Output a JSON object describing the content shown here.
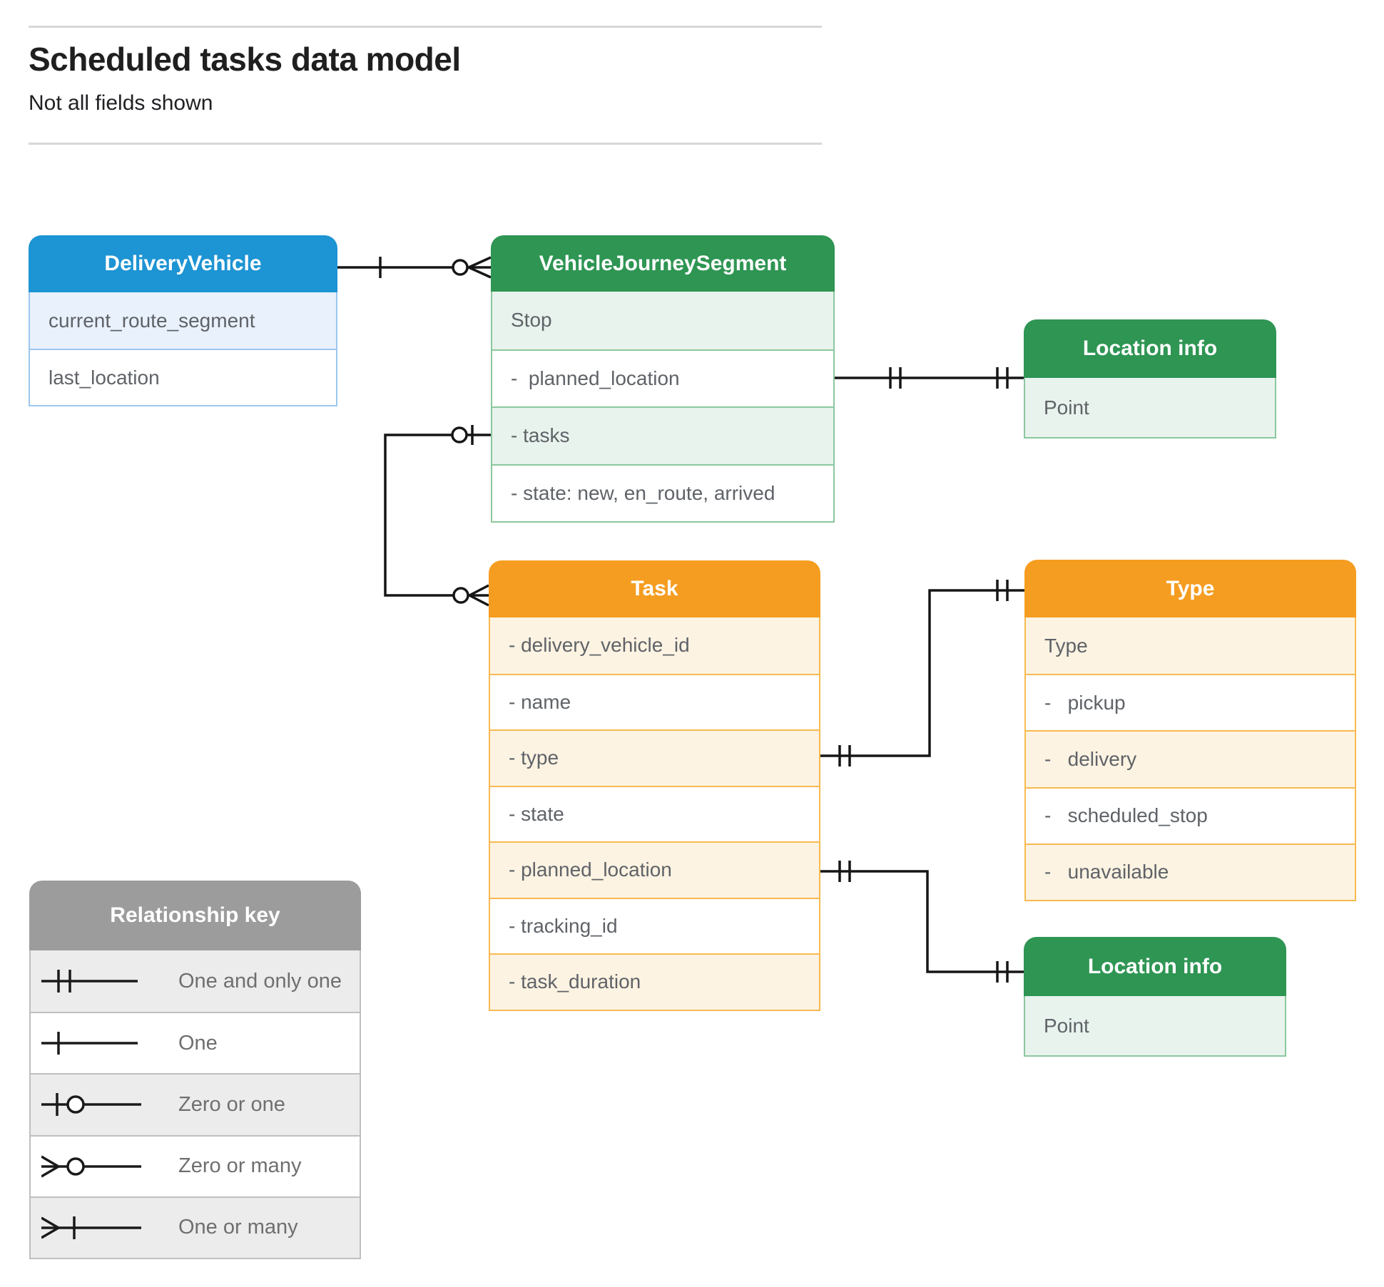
{
  "page": {
    "title": "Scheduled tasks data model",
    "subtitle": "Not all fields shown"
  },
  "colors": {
    "blue_header": "#1d94d3",
    "green_header": "#2e9553",
    "orange_header": "#f59d20",
    "gray_header": "#9c9c9c",
    "connector_line": "#161616",
    "row_text": "#5f6368"
  },
  "entities": {
    "delivery_vehicle": {
      "title": "DeliveryVehicle",
      "fields": [
        "current_route_segment",
        "last_location"
      ]
    },
    "vehicle_journey_segment": {
      "title": "VehicleJourneySegment",
      "fields": [
        "Stop",
        "-  planned_location",
        "- tasks",
        "- state: new, en_route, arrived"
      ]
    },
    "location_info_top": {
      "title": "Location info",
      "fields": [
        "Point"
      ]
    },
    "task": {
      "title": "Task",
      "fields": [
        "- delivery_vehicle_id",
        "- name",
        "- type",
        "- state",
        "- planned_location",
        "- tracking_id",
        "- task_duration"
      ]
    },
    "type": {
      "title": "Type",
      "fields": [
        "Type",
        "-   pickup",
        "-   delivery",
        "-   scheduled_stop",
        "-   unavailable"
      ]
    },
    "location_info_bottom": {
      "title": "Location info",
      "fields": [
        "Point"
      ]
    }
  },
  "connections": [
    {
      "from": "DeliveryVehicle",
      "to": "VehicleJourneySegment",
      "from_cardinality": "one",
      "to_cardinality": "zero or many"
    },
    {
      "from": "VehicleJourneySegment.tasks",
      "to": "Task",
      "from_cardinality": "zero or one",
      "to_cardinality": "zero or many"
    },
    {
      "from": "VehicleJourneySegment.planned_location",
      "to": "Location info",
      "from_cardinality": "one and only one",
      "to_cardinality": "one and only one"
    },
    {
      "from": "Task.type",
      "to": "Type",
      "from_cardinality": "one and only one",
      "to_cardinality": "one and only one"
    },
    {
      "from": "Task.planned_location",
      "to": "Location info",
      "from_cardinality": "one and only one",
      "to_cardinality": "one and only one"
    }
  ],
  "legend": {
    "title": "Relationship key",
    "items": [
      {
        "symbol": "one-and-only-one",
        "label": "One and only one"
      },
      {
        "symbol": "one",
        "label": "One"
      },
      {
        "symbol": "zero-or-one",
        "label": "Zero or one"
      },
      {
        "symbol": "zero-or-many",
        "label": "Zero or many"
      },
      {
        "symbol": "one-or-many",
        "label": "One or many"
      }
    ]
  }
}
